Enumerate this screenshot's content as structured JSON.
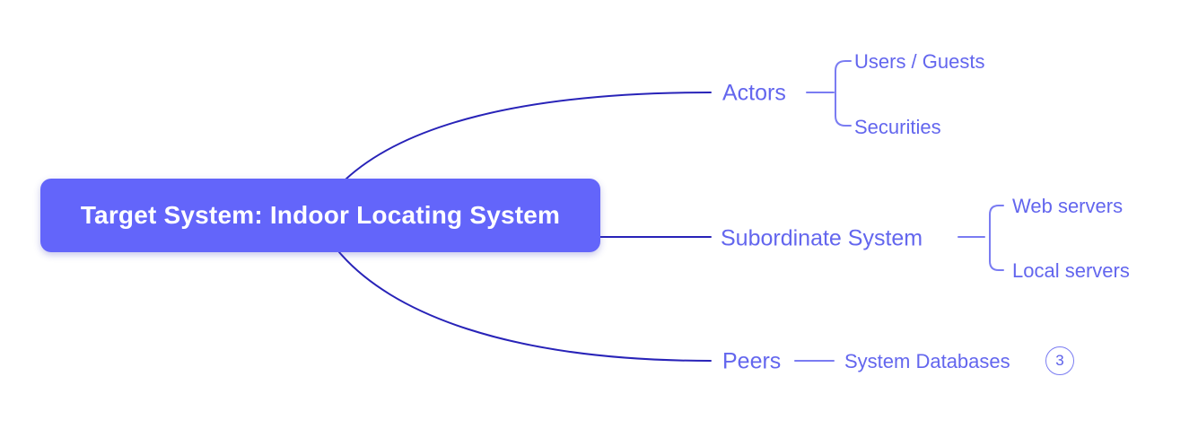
{
  "mindmap": {
    "root": {
      "label": "Target System: Indoor Locating System"
    },
    "branches": [
      {
        "label": "Actors",
        "children": [
          {
            "label": "Users / Guests"
          },
          {
            "label": "Securities"
          }
        ]
      },
      {
        "label": "Subordinate System",
        "children": [
          {
            "label": "Web servers"
          },
          {
            "label": "Local servers"
          }
        ]
      },
      {
        "label": "Peers",
        "children": [
          {
            "label": "System Databases",
            "collapsed_count": "3"
          }
        ]
      }
    ],
    "colors": {
      "root_bg": "#6365fa",
      "root_text": "#ffffff",
      "node_text": "#6366ee",
      "main_link": "#2823b8",
      "sub_link": "#7a7cf2"
    }
  }
}
